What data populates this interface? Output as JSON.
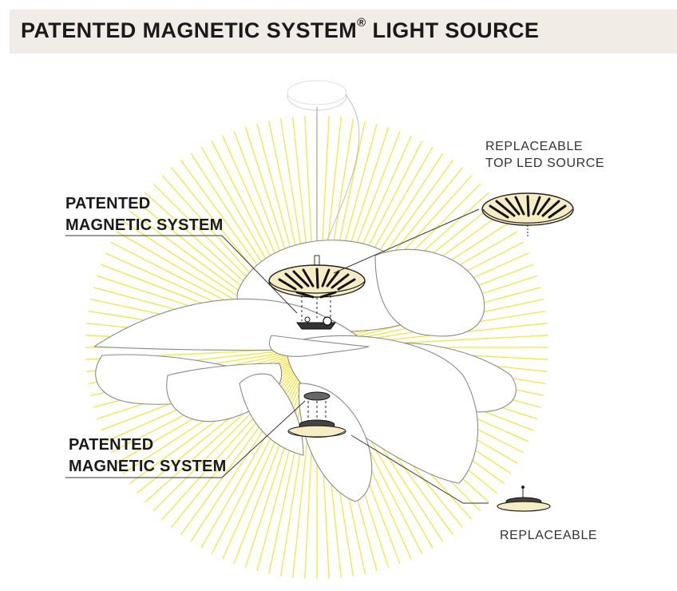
{
  "header": {
    "title_main": "PATENTED MAGNETIC SYSTEM",
    "title_reg": "®",
    "title_tail": " LIGHT SOURCE"
  },
  "callouts": {
    "upper_magnetic": [
      "PATENTED",
      "MAGNETIC SYSTEM"
    ],
    "lower_magnetic": [
      "PATENTED",
      "MAGNETIC SYSTEM"
    ],
    "top_led": [
      "REPLACEABLE",
      "TOP LED SOURCE"
    ],
    "bottom": [
      "REPLACEABLE"
    ]
  },
  "colors": {
    "rays": "#f2e640",
    "title_bg": "#f2ece7",
    "led_glow": "#f6edc4"
  }
}
